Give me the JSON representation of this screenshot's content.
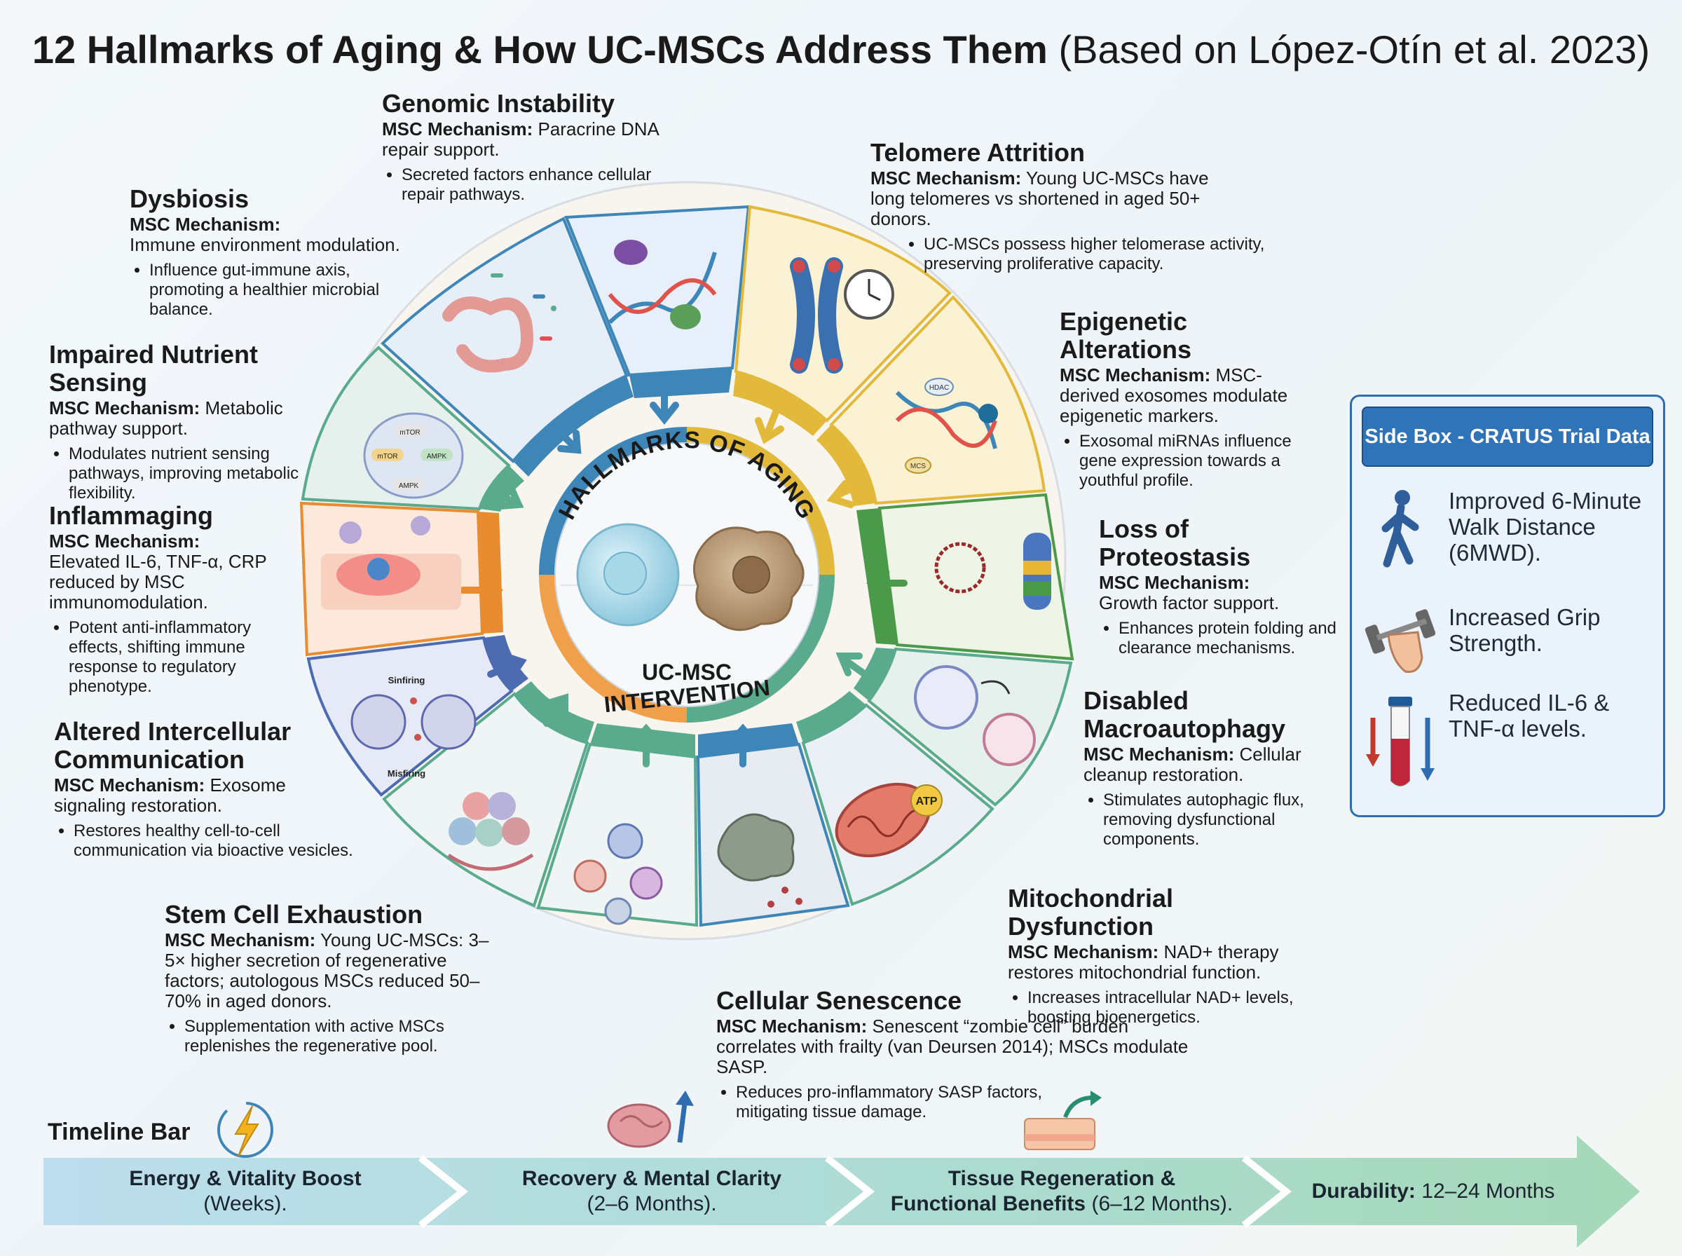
{
  "title": {
    "main": "12 Hallmarks of Aging & How UC-MSCs Address Them",
    "sub": "(Based on López-Otín et al. 2023)"
  },
  "center": {
    "top_label": "HALLMARKS OF AGING",
    "bottom_label_1": "UC-MSC",
    "bottom_label_2": "INTERVENTION"
  },
  "hallmarks": {
    "genomic": {
      "title": "Genomic Instability",
      "mech_label": "MSC Mechanism:",
      "mech": "Paracrine DNA repair support.",
      "bullet": "Secreted factors enhance cellular repair pathways."
    },
    "telomere": {
      "title": "Telomere Attrition",
      "mech_label": "MSC Mechanism:",
      "mech": "Young UC-MSCs have long telomeres vs shortened in aged 50+ donors.",
      "bullet": "UC-MSCs possess higher telomerase activity, preserving proliferative capacity."
    },
    "epigenetic": {
      "title": "Epigenetic Alterations",
      "mech_label": "MSC Mechanism:",
      "mech": "MSC-derived exosomes modulate epigenetic markers.",
      "bullet": "Exosomal miRNAs influence gene expression towards a youthful profile."
    },
    "proteostasis": {
      "title": "Loss of Proteostasis",
      "mech_label": "MSC Mechanism:",
      "mech": "Growth factor support.",
      "bullet": "Enhances protein folding and clearance mechanisms."
    },
    "autophagy": {
      "title": "Disabled Macroautophagy",
      "mech_label": "MSC Mechanism:",
      "mech": "Cellular cleanup restoration.",
      "bullet": "Stimulates autophagic flux, removing dysfunctional components."
    },
    "mito": {
      "title": "Mitochondrial Dysfunction",
      "mech_label": "MSC Mechanism:",
      "mech": "NAD+ therapy restores mitochondrial function.",
      "bullet": "Increases intracellular NAD+ levels, boosting bioenergetics."
    },
    "senescence": {
      "title": "Cellular Senescence",
      "mech_label": "MSC Mechanism:",
      "mech": "Senescent “zombie cell” burden correlates with frailty (van Deursen 2014); MSCs modulate SASP.",
      "bullet": "Reduces pro-inflammatory SASP factors, mitigating tissue damage."
    },
    "stemcell": {
      "title": "Stem Cell Exhaustion",
      "mech_label": "MSC Mechanism:",
      "mech": "Young UC-MSCs: 3–5× higher secretion of regenerative factors; autologous MSCs reduced 50–70% in aged donors.",
      "bullet": "Supplementation with active MSCs replenishes the regenerative pool."
    },
    "communication": {
      "title": "Altered Intercellular Communication",
      "mech_label": "MSC Mechanism:",
      "mech": "Exosome signaling restoration.",
      "bullet": "Restores healthy cell-to-cell communication via bioactive vesicles."
    },
    "inflammaging": {
      "title": "Inflammaging",
      "mech_label": "MSC Mechanism:",
      "mech": "Elevated IL-6, TNF-α, CRP reduced by MSC immunomodulation.",
      "bullet": "Potent anti-inflammatory effects, shifting immune response to regulatory phenotype."
    },
    "nutrient": {
      "title": "Impaired Nutrient Sensing",
      "mech_label": "MSC Mechanism:",
      "mech": "Metabolic pathway support.",
      "bullet": "Modulates nutrient sensing pathways, improving metabolic flexibility."
    },
    "dysbiosis": {
      "title": "Dysbiosis",
      "mech_label": "MSC Mechanism:",
      "mech": "Immune environment modulation.",
      "bullet": "Influence gut-immune axis, promoting a healthier microbial balance."
    }
  },
  "icon_labels": {
    "mtor": "mTOR",
    "ampk": "AMPK",
    "sinfiring": "Sinfiring",
    "misfiring": "Misfiring",
    "atp": "ATP",
    "hdac": "HDAC",
    "mcs": "MCS"
  },
  "side_box": {
    "header": "Side Box - CRATUS Trial Data",
    "item1": "Improved 6-Minute Walk Distance (6MWD).",
    "item2": "Increased Grip Strength.",
    "item3": "Reduced IL-6 & TNF-α levels."
  },
  "timeline": {
    "label": "Timeline Bar",
    "s1_bold": "Energy & Vitality Boost",
    "s1_rest": "(Weeks).",
    "s2_bold": "Recovery & Mental Clarity",
    "s2_rest": "(2–6 Months).",
    "s3_bold_1": "Tissue Regeneration &",
    "s3_bold_2": "Functional Benefits",
    "s3_rest": "(6–12 Months).",
    "s4_bold": "Durability:",
    "s4_rest": "12–24 Months"
  },
  "colors": {
    "blue": "#3f86b8",
    "yellow": "#e2b93a",
    "green": "#4a9a4a",
    "teal": "#5aaa8e",
    "orange": "#e88c2f",
    "navy": "#4d6bb0",
    "sidebox": "#2f73b9"
  }
}
